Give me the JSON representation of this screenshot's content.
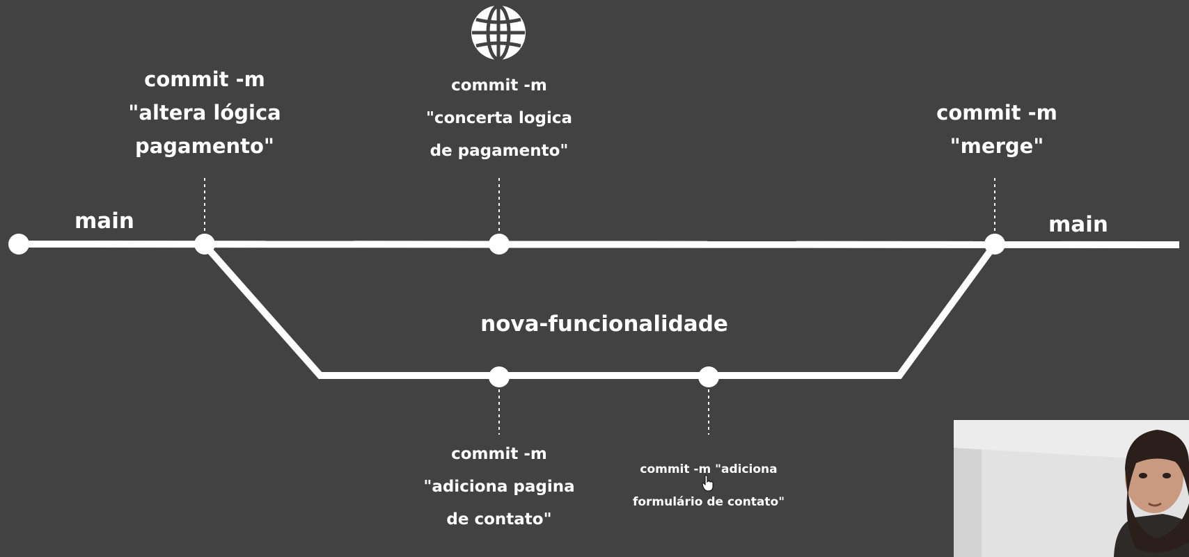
{
  "branches": {
    "main_left": "main",
    "main_right": "main",
    "feature": "nova-funcionalidade"
  },
  "commits": {
    "altera": [
      "commit -m",
      "\"altera lógica",
      "pagamento\""
    ],
    "concerta": [
      "commit -m",
      "\"concerta logica",
      "de pagamento\""
    ],
    "merge": [
      "commit -m",
      "\"merge\""
    ],
    "adiciona_pagina": [
      "commit -m",
      "\"adiciona pagina",
      "de contato\""
    ],
    "adiciona_form": [
      "commit -m \"adiciona",
      "formulário de contato\""
    ]
  },
  "icons": {
    "globe": "globe-icon",
    "cursor": "hand-cursor-icon"
  },
  "colors": {
    "background": "#424242",
    "line": "#ffffff",
    "text": "#ffffff"
  },
  "webcam": {
    "description_icon": "presenter-video"
  }
}
